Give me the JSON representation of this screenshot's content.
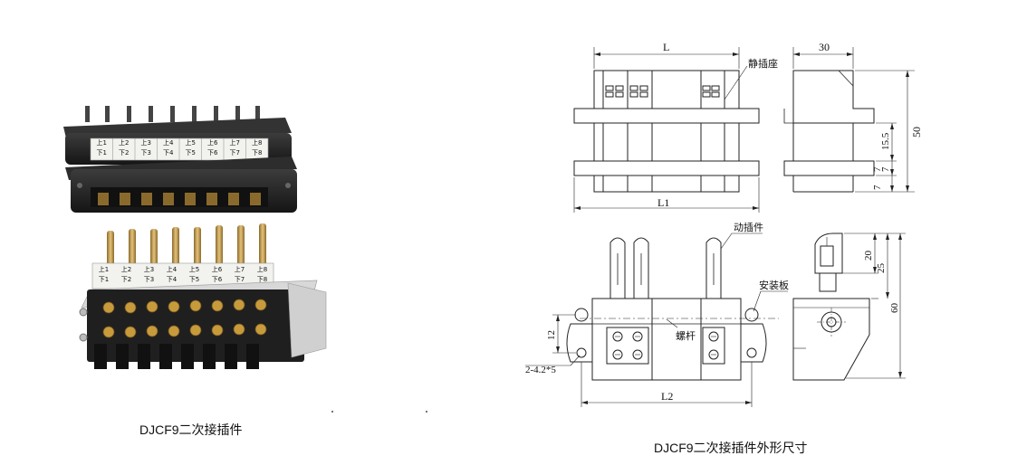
{
  "photo": {
    "caption": "DJCF9二次接插件",
    "upper_strip_labels": [
      "上1",
      "上2",
      "上3",
      "上4",
      "上5",
      "上6",
      "上7",
      "上8"
    ],
    "lower_strip_labels": [
      "下1",
      "下2",
      "下3",
      "下4",
      "下5",
      "下6",
      "下7",
      "下8"
    ]
  },
  "drawing": {
    "caption": "DJCF9二次接插件外形尺寸",
    "dim_L": "L",
    "dim_L1": "L1",
    "dim_L2": "L2",
    "dim_30": "30",
    "dim_15_5": "15.5",
    "dim_50": "50",
    "dim_7a": "7",
    "dim_7b": "7",
    "dim_7c": "7",
    "dim_20": "20",
    "dim_25": "25",
    "dim_60": "60",
    "dim_12": "12",
    "dim_holes": "2-4.2*5",
    "label_static_socket": "静插座",
    "label_moving_plug": "动插件",
    "label_mount_plate": "安装板",
    "label_screw_rod": "螺杆"
  },
  "colors": {
    "housing": "#2a2a2a",
    "brass": "#c79a3c",
    "label_strip": "#f2f2ee",
    "line": "#222222"
  }
}
